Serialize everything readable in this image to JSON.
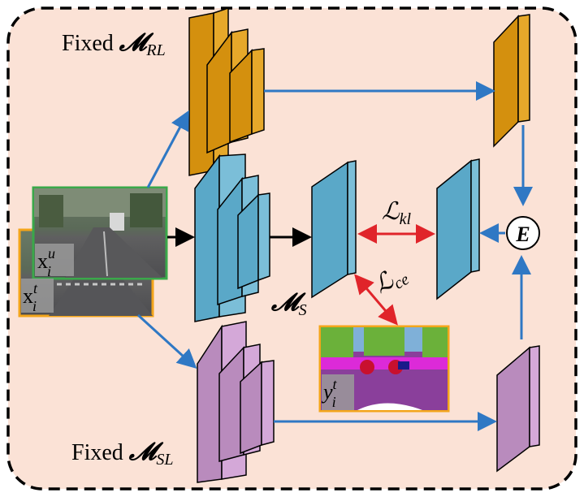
{
  "labels": {
    "fixed_rl_prefix": "Fixed ",
    "fixed_sl_prefix": "Fixed ",
    "m_symbol": "𝓜",
    "rl_subscript": "RL",
    "sl_subscript": "SL",
    "s_subscript": "S",
    "loss_kl_symbol": "ℒ",
    "loss_kl_subscript": "kl",
    "loss_ce_symbol": "ℒ",
    "loss_ce_subscript": "ce",
    "ensemble": "E",
    "input_unlabeled_base": "x",
    "input_unlabeled_sup": "u",
    "input_unlabeled_sub": "i",
    "input_target_base": "x",
    "input_target_sup": "t",
    "input_target_sub": "i",
    "label_target_base": "y",
    "label_target_sup": "t",
    "label_target_sub": "i"
  },
  "colors": {
    "background": "#fbe2d6",
    "rl_block": "#d4900e",
    "student_block": "#5aa8c8",
    "sl_block": "#b98bbd",
    "arrow_blue": "#2f78c4",
    "arrow_red": "#e0242a",
    "arrow_black": "#000000",
    "frame_green": "#3aa84a",
    "frame_orange": "#f3a51b"
  }
}
